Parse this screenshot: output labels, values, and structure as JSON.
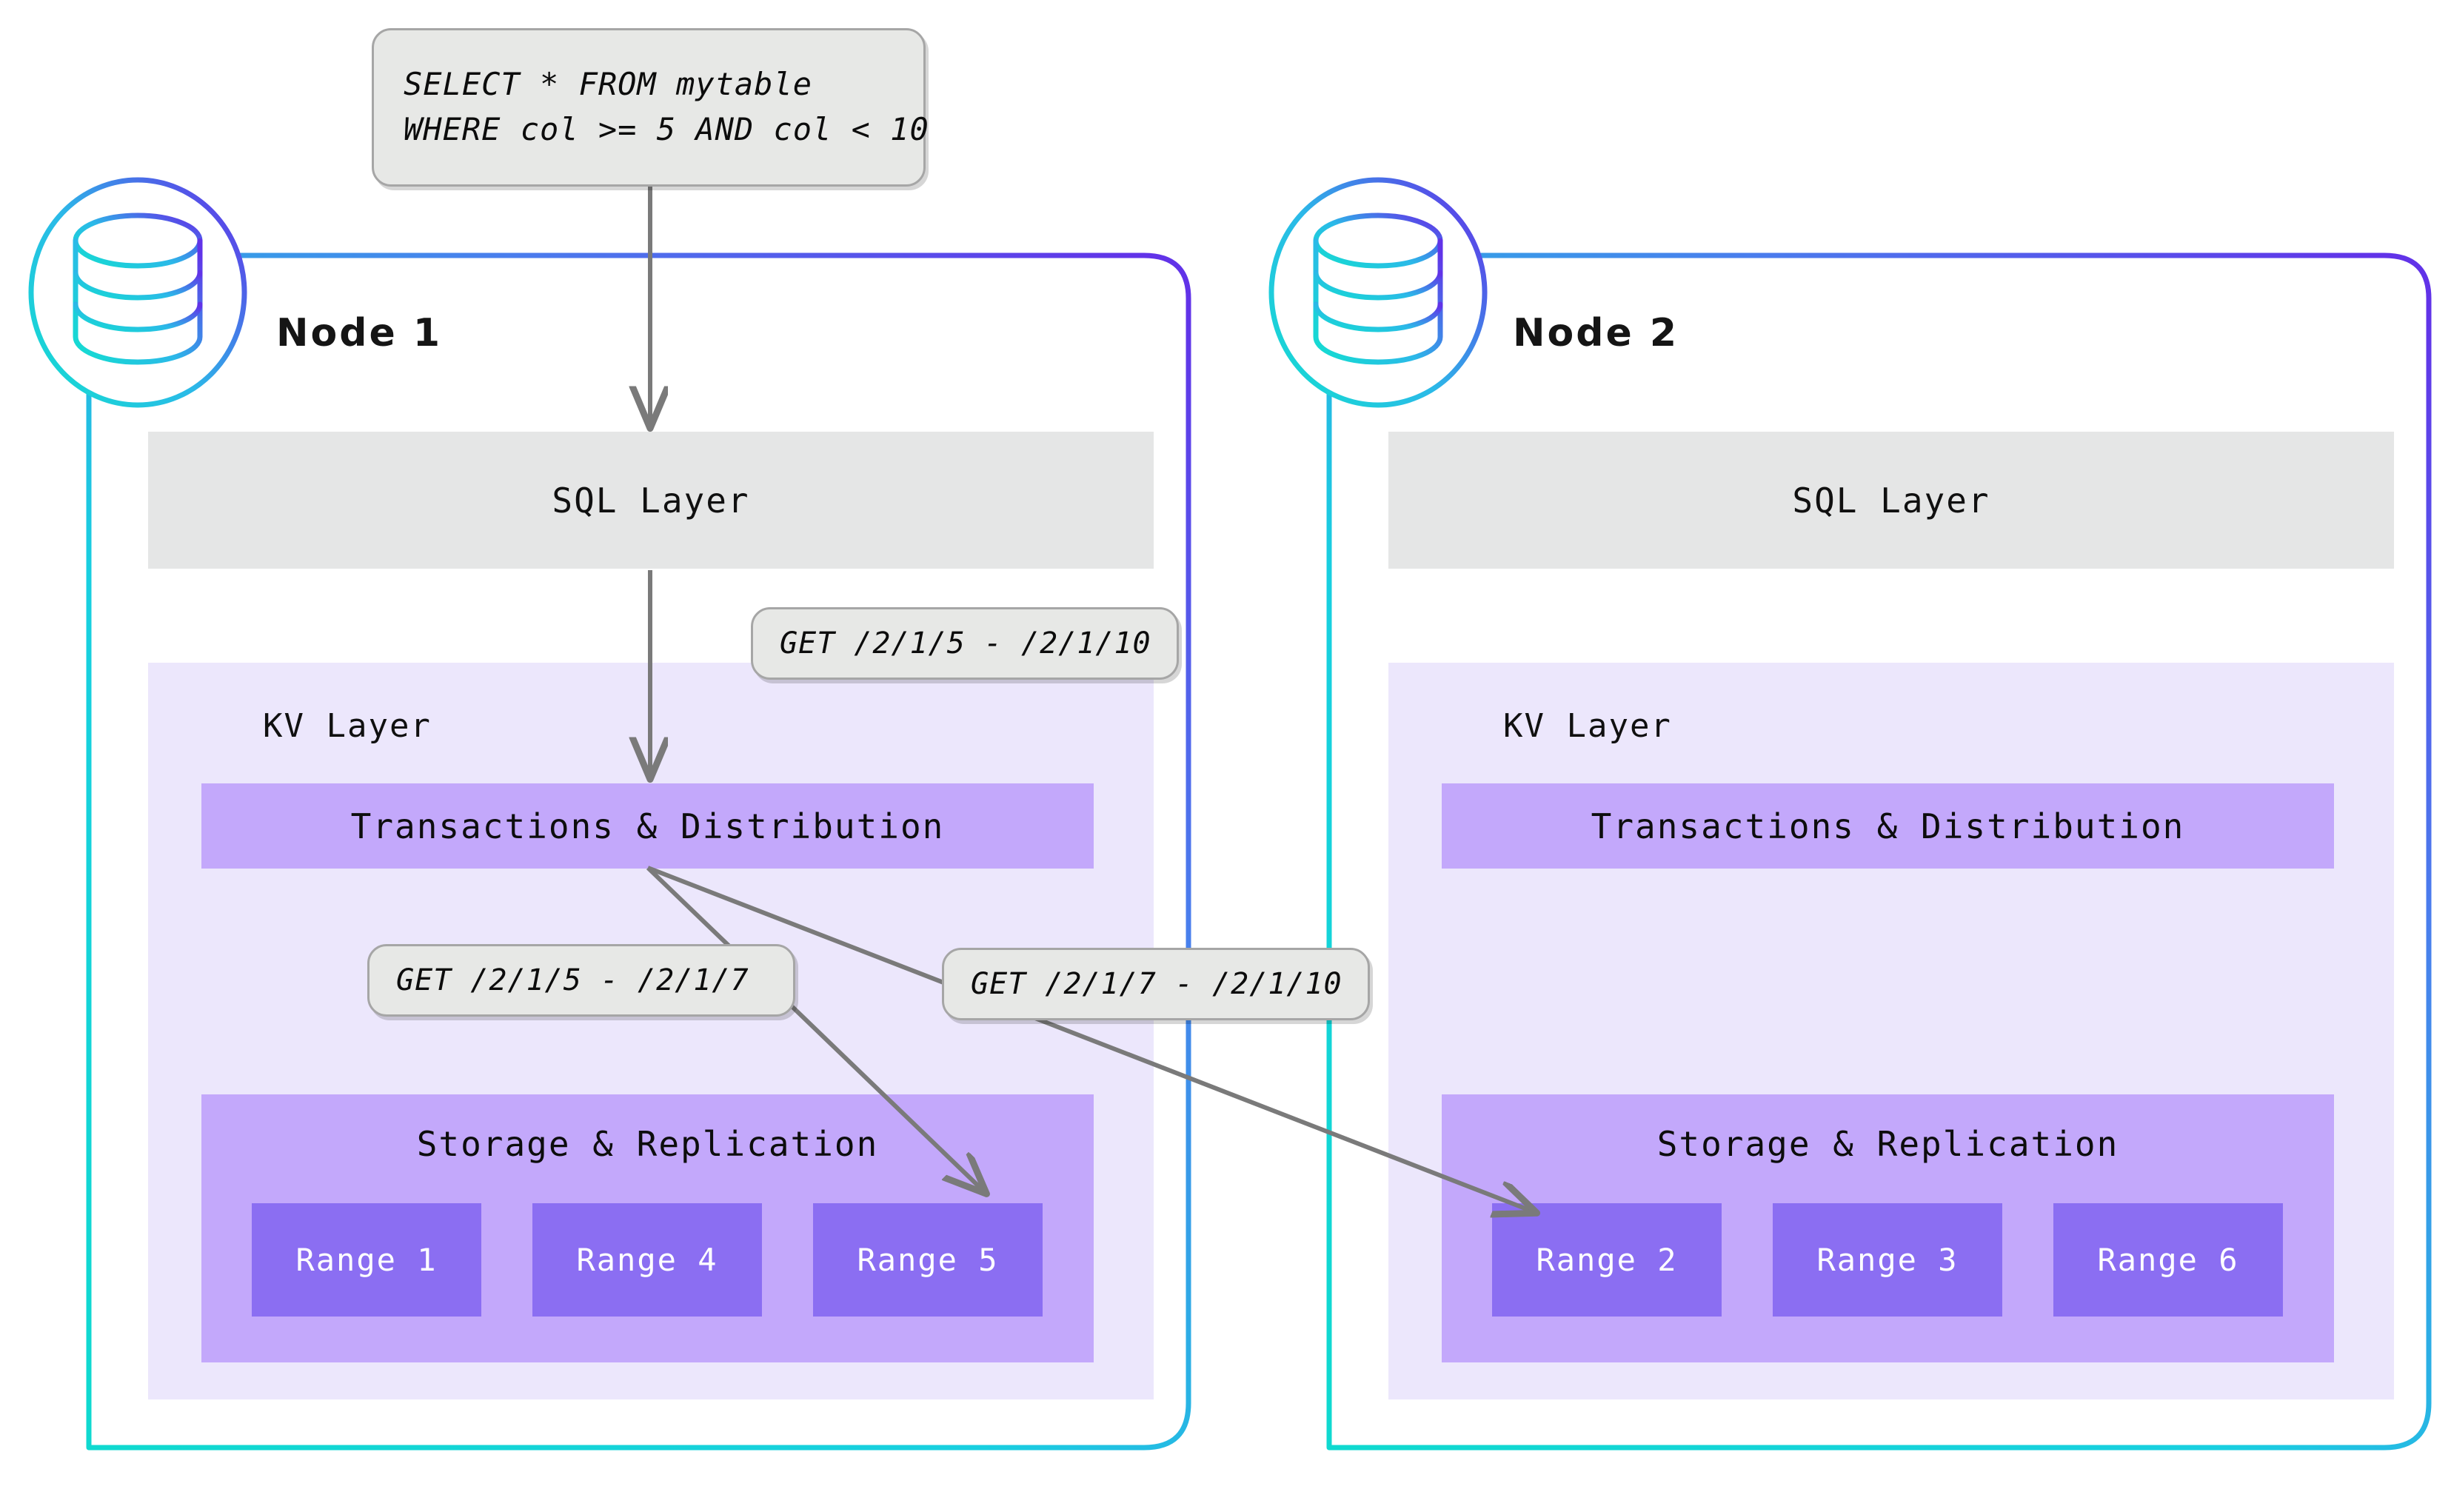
{
  "diagram": {
    "title": "CockroachDB distributed SQL request routing",
    "colors": {
      "node_border_start": "#0fd9d0",
      "node_border_end": "#6133e8",
      "kv_layer_bg": "#ece7fc",
      "sublayer_bar": "#c3a8fb",
      "range_box": "#8b6ef2",
      "sql_layer_bg": "#e5e6e6",
      "callout_bg": "#e7e8e6",
      "callout_border": "#a6a6a6",
      "arrow": "#7a7a7a"
    }
  },
  "query": {
    "lines": [
      "SELECT * FROM mytable",
      "WHERE col >= 5 AND col < 10"
    ]
  },
  "callouts": {
    "kv_request": "GET /2/1/5 - /2/1/10",
    "range5_request": "GET /2/1/5 - /2/1/7",
    "range2_request": "GET /2/1/7 - /2/1/10"
  },
  "nodes": [
    {
      "id": "node-1",
      "title": "Node 1",
      "icon": "database-icon",
      "sql_layer_label": "SQL Layer",
      "kv_layer_label": "KV Layer",
      "transactions_label": "Transactions & Distribution",
      "storage_label": "Storage & Replication",
      "ranges": [
        "Range 1",
        "Range 4",
        "Range 5"
      ]
    },
    {
      "id": "node-2",
      "title": "Node 2",
      "icon": "database-icon",
      "sql_layer_label": "SQL Layer",
      "kv_layer_label": "KV Layer",
      "transactions_label": "Transactions & Distribution",
      "storage_label": "Storage & Replication",
      "ranges": [
        "Range 2",
        "Range 3",
        "Range 6"
      ]
    }
  ]
}
